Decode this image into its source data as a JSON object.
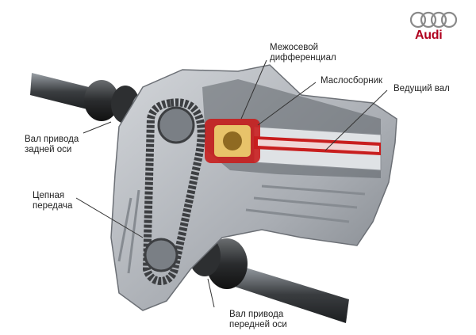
{
  "brand": {
    "name": "Audi",
    "color": "#b0001e",
    "ring_color": "#8a8a8a"
  },
  "labels": {
    "center_differential": [
      "Межосевой",
      "дифференциал"
    ],
    "oil_collector": "Маслосборник",
    "drive_shaft": "Ведущий вал",
    "rear_axle_shaft": [
      "Вал привода",
      "задней оси"
    ],
    "chain_drive": [
      "Цепная",
      "передача"
    ],
    "front_axle_shaft": [
      "Вал привода",
      "передней оси"
    ]
  },
  "colors": {
    "housing": "#b8bcc1",
    "housing_dark": "#6c7076",
    "cutaway_red": "#c81e1e",
    "chain": "#3d3f42",
    "leader_line": "#333333"
  }
}
